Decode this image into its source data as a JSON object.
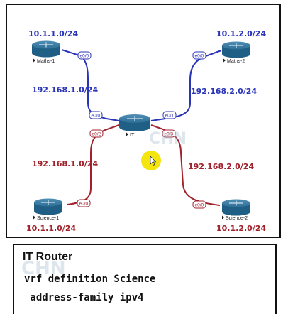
{
  "diagram": {
    "networks": {
      "top_left": "10.1.1.0/24",
      "top_right": "10.1.2.0/24",
      "link_maths1": "192.168.1.0/24",
      "link_maths2": "192.168.2.0/24",
      "link_science1": "192.168.1.0/24",
      "link_science2": "192.168.2.0/24",
      "bottom_left": "10.1.1.0/24",
      "bottom_right": "10.1.2.0/24"
    },
    "devices": {
      "maths1": "Maths-1",
      "maths2": "Maths-2",
      "it": "IT",
      "science1": "Science-1",
      "science2": "Science-2"
    },
    "ports": {
      "maths1_e00": "e0/0",
      "maths2_e00": "e0/0",
      "it_e00": "e0/0",
      "it_e01": "e0/1",
      "it_e02": "e0/2",
      "it_e03": "e0/3",
      "science1_e00": "e0/0",
      "science2_e00": "e0/0"
    },
    "colors": {
      "blue": "#2a34b8",
      "red": "#a0212b",
      "router": "#1f5f86"
    }
  },
  "config": {
    "title": "IT Router",
    "lines": [
      "vrf definition Science",
      " address-family ipv4"
    ]
  }
}
